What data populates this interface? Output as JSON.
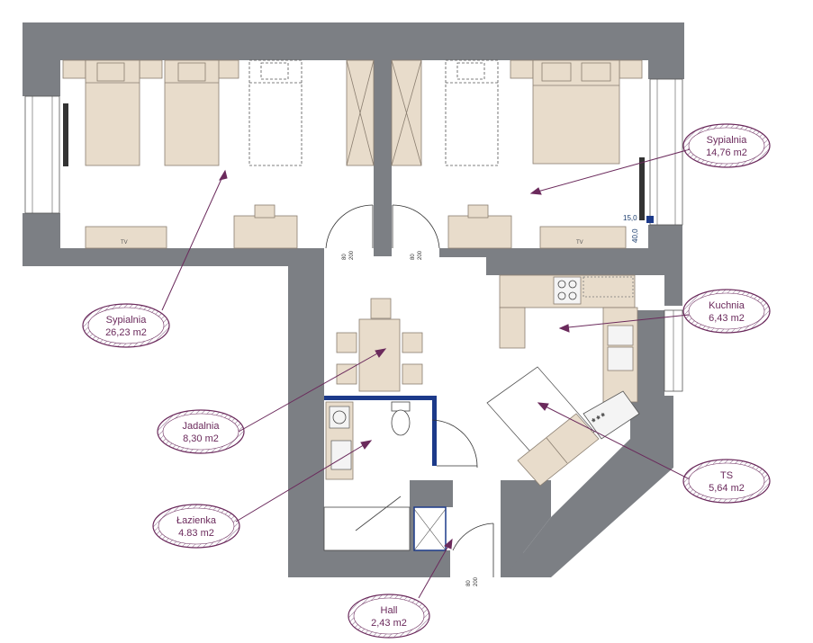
{
  "colors": {
    "wall": "#7c7f84",
    "furniture": "#e8dccb",
    "furniture_stroke": "#8a7e70",
    "label": "#6b2a5c",
    "accent_blue": "#1c3a8a"
  },
  "rooms": [
    {
      "name": "Sypialnia",
      "area": "26,23 m2"
    },
    {
      "name": "Sypialnia",
      "area": "14,76 m2"
    },
    {
      "name": "Kuchnia",
      "area": "6,43 m2"
    },
    {
      "name": "Jadalnia",
      "area": "8,30 m2"
    },
    {
      "name": "TS",
      "area": "5,64 m2"
    },
    {
      "name": "Łazienka",
      "area": "4.83 m2"
    },
    {
      "name": "Hall",
      "area": "2,43 m2"
    }
  ],
  "door_dims": [
    {
      "w": "80",
      "h": "200"
    },
    {
      "w": "80",
      "h": "200"
    },
    {
      "w": "80",
      "h": "200"
    }
  ],
  "window_dims": {
    "a": "15,0",
    "b": "40,0"
  },
  "tv_labels": [
    "TV",
    "TV"
  ]
}
